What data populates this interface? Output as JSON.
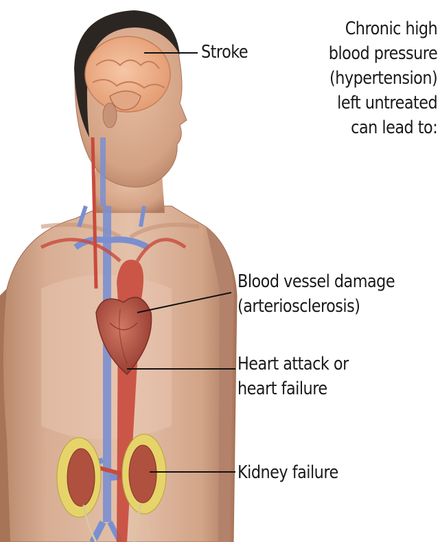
{
  "intro": {
    "lines": [
      "Chronic high",
      "blood pressure",
      "(hypertension)",
      "left untreated",
      "can lead to:"
    ]
  },
  "labels": {
    "stroke": [
      "Stroke"
    ],
    "vessel": [
      "Blood vessel damage",
      "(arteriosclerosis)"
    ],
    "heart": [
      "Heart attack or",
      "heart failure"
    ],
    "kidney": [
      "Kidney failure"
    ]
  },
  "colors": {
    "skin": "#d9a88a",
    "skin_shadow": "#b27c5e",
    "hair": "#2c2622",
    "brain": "#f0b08a",
    "artery": "#c84a3c",
    "vein": "#7a8fd0",
    "heart": "#b8584a",
    "kidney_fat": "#e6d46a",
    "kidney": "#b0503f",
    "text": "#1a1a1a"
  }
}
